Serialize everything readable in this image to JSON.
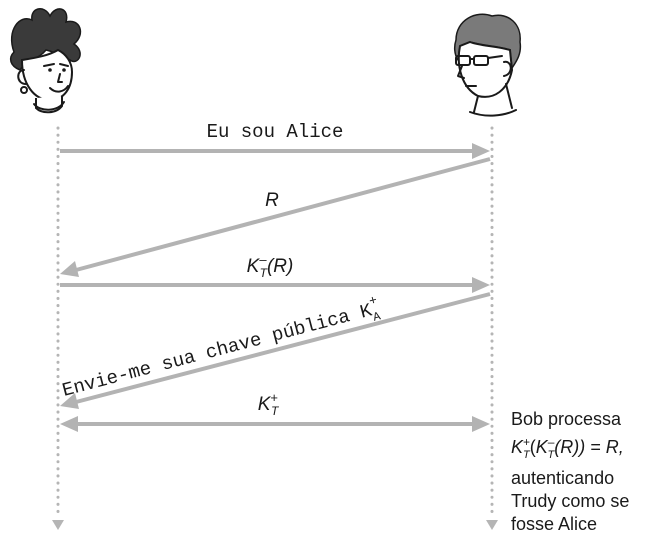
{
  "messages": {
    "m1": "Eu sou Alice",
    "m2": "R",
    "m3": {
      "base": "K",
      "sup": "–",
      "sub": "T",
      "arg": "(R)"
    },
    "m4": {
      "text": "Envie-me sua chave pública K",
      "sup": "+",
      "sub": "A"
    },
    "m5": {
      "base": "K",
      "sup": "+",
      "sub": "T"
    }
  },
  "note": {
    "line1": "Bob processa",
    "line2": {
      "k1": "K",
      "sup1": "+",
      "sub1": "T",
      "open": "(",
      "k2": "K",
      "sup2": "–",
      "sub2": "T",
      "arg": "(R)) = R,"
    },
    "line3": "autenticando",
    "line4": "Trudy como se",
    "line5": "fosse Alice"
  },
  "colors": {
    "arrow": "#b3b3b3",
    "lifeline": "#b5b5b5",
    "text": "#1a1a1a",
    "hair_trudy": "#3a3a3a",
    "hair_bob": "#7a7a7a"
  },
  "icons": {
    "left_actor": "person-trudy-icon",
    "right_actor": "person-bob-icon"
  }
}
